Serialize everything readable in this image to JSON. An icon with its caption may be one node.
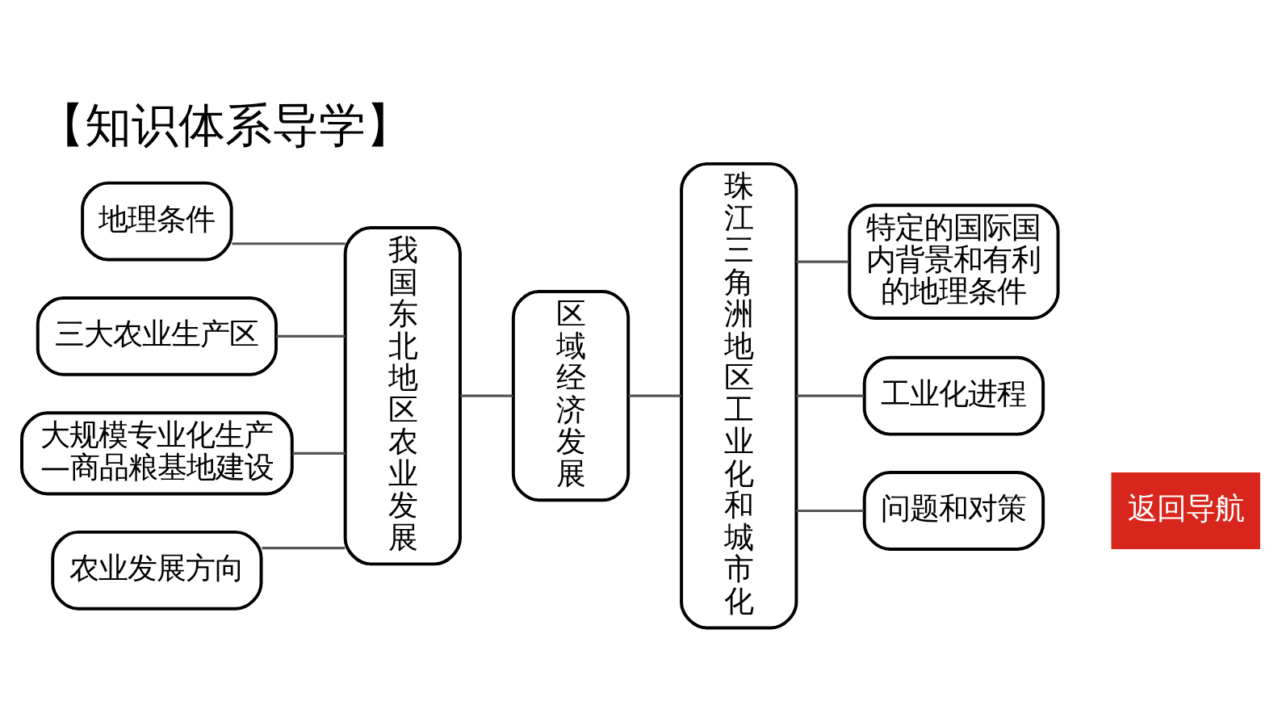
{
  "diagram": {
    "title": "【知识体系导学】",
    "nodes": [
      {
        "text": [
          "地理条件"
        ]
      },
      {
        "text": [
          "三大农业生产区"
        ]
      },
      {
        "text": [
          "大规模专业化生产—商品粮基地建设"
        ]
      },
      {
        "text": [
          "农业发展方向"
        ]
      },
      {
        "text": [
          "我国东北地区农业发展"
        ]
      },
      {
        "text": [
          "区域经济发展"
        ]
      },
      {
        "text": [
          "珠江三角洲地区工业化和城市化"
        ]
      },
      {
        "text": [
          "特定的国际国内背景和有利的地理条件"
        ]
      },
      {
        "text": [
          "工业化进程"
        ]
      },
      {
        "text": [
          "问题和对策"
        ]
      }
    ],
    "edges": [
      {
        "from": 0,
        "to": 4,
        "arrow": "none"
      },
      {
        "from": 1,
        "to": 4,
        "arrow": "none"
      },
      {
        "from": 2,
        "to": 4,
        "arrow": "none"
      },
      {
        "from": 3,
        "to": 4,
        "arrow": "none"
      },
      {
        "from": 4,
        "to": 5,
        "arrow": "none"
      },
      {
        "from": 5,
        "to": 6,
        "arrow": "none"
      },
      {
        "from": 6,
        "to": 7,
        "arrow": "none"
      },
      {
        "from": 6,
        "to": 8,
        "arrow": "none"
      },
      {
        "from": 6,
        "to": 9,
        "arrow": "none"
      }
    ],
    "labels": [
      "返回导航"
    ]
  }
}
